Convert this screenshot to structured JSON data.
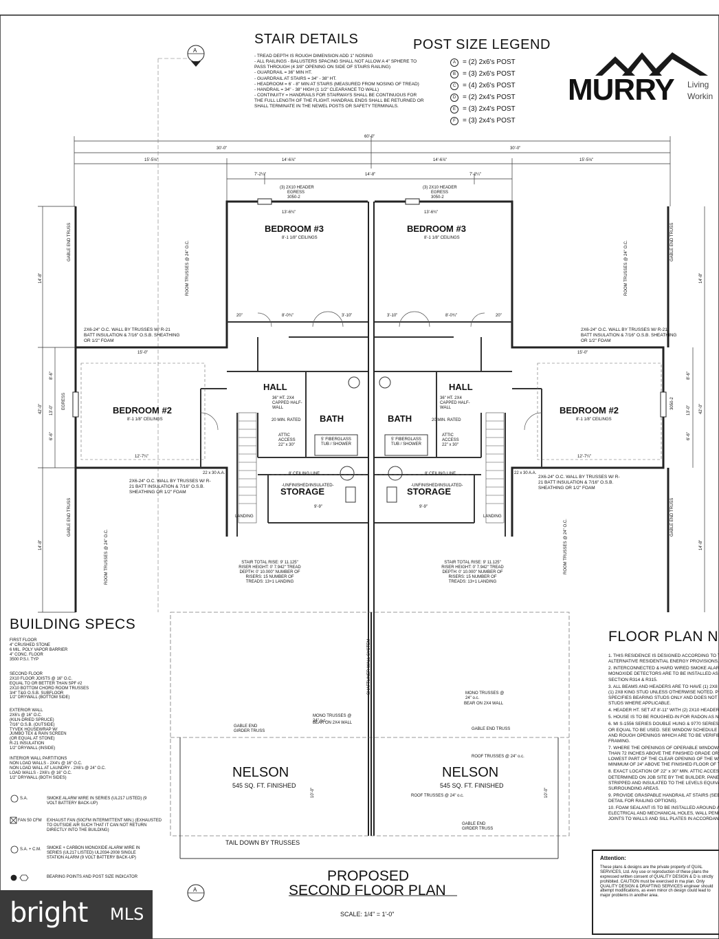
{
  "stair_details": {
    "title": "STAIR DETAILS",
    "notes": [
      "- TREAD DEPTH IS ROUGH DIMENSION ADD 1\" NOSING",
      "- ALL RAILINGS - BALUSTERS SPACING SHALL NOT ALLOW A 4\" SPHERE TO PASS THROUGH (4 3/8\" OPENING ON SIDE OF STAIRS RAILING)",
      "- GUARDRAIL = 36\" MIN HT.",
      "- GUARDRAIL AT STAIRS = 34\" - 38\" HT.",
      "- HEADROOM = 6' - 8\" MIN AT STAIRS (MEASURED FROM NOSING OF TREAD)",
      "- HANDRAIL = 34\" - 38\" HIGH (1 1/2\" CLEARANCE TO WALL)",
      "- CONTINUITY = HANDRAILS FOR STAIRWAYS SHALL BE CONTINUOUS FOR THE FULL LENGTH OF THE FLIGHT. HANDRAIL ENDS SHALL BE RETURNED OR SHALL TERMINATE IN THE NEWEL POSTS OR SAFETY TERMINALS."
    ]
  },
  "post_legend": {
    "title": "POST SIZE LEGEND",
    "items": [
      {
        "key": "A",
        "text": "= (2) 2x6's POST"
      },
      {
        "key": "B",
        "text": "= (3) 2x6's POST"
      },
      {
        "key": "C",
        "text": "= (4) 2x6's POST"
      },
      {
        "key": "D",
        "text": "= (2) 2x4's POST"
      },
      {
        "key": "E",
        "text": "= (3) 2x4's POST"
      },
      {
        "key": "F",
        "text": "= (3) 2x4's POST"
      }
    ]
  },
  "logo": {
    "name": "MURRY",
    "tag1": "Living",
    "tag2": "Workin"
  },
  "section_marker": "A",
  "dimensions": {
    "overall": "60'-0\"",
    "half_left": "30'-0\"",
    "half_right": "30'-0\"",
    "seg1": "15'-5⅛\"",
    "seg2": "14'-6⅞\"",
    "seg3": "14'-6⅞\"",
    "seg4": "15'-5⅛\"",
    "inner1": "7'-2¼\"",
    "inner2": "14'-8\"",
    "inner3": "7'-2¼\"",
    "left_top": "14'-8\"",
    "left_mid": "42'-0\"",
    "left_bottom": "14'-8\"",
    "left_a": "8'-6\"",
    "left_b": "13'-0\"",
    "left_c": "6'-6\""
  },
  "plan": {
    "bedroom3": "BEDROOM #3",
    "bedroom3_ceiling": "8'-1 1/8\" CEILINGS",
    "bedroom2": "BEDROOM #2",
    "bedroom2_ceiling": "8'-1 1/8\" CEILINGS",
    "hall": "HALL",
    "bath": "BATH",
    "storage": "STORAGE",
    "storage_note": "-UNFINISHED/INSULATED-",
    "header_top": "(3) 2X10 HEADER",
    "egress": "EGRESS",
    "window_top": "3050-2",
    "tub": "5' FIBERGLASS TUB / SHOWER",
    "attic": "ATTIC ACCESS 22\" x 30\"",
    "half_wall": "36\" HT. 2X4 CAPPED HALF-WALL",
    "rated_door": "20 MIN. RATED",
    "ceiling_line": "8' CEILING LINE",
    "wall_note": "2X6-24\" O.C. WALL BY TRUSSES W/ R-21 BATT INSULATION & 7/16\" O.S.B. SHEATHING OR 1/2\" FOAM",
    "gable_end": "GABLE END TRUSS",
    "room_trusses": "ROOM TRUSSES @ 24\" O.C.",
    "stair_info": "STAIR TOTAL RISE: 9' 11.125\" RISER HEIGHT: 0' 7.942\" TREAD DEPTH: 0' 10.000\" NUMBER OF RISERS: 15 NUMBER OF TREADS: 13+1 LANDING",
    "landing": "LANDING",
    "dim_20": "20\"",
    "dim_8_0": "8'-0¾\"",
    "dim_3_10": "3'-10\"",
    "dim_15_0": "15'-0\"",
    "dim_12_7": "12'-7¼\"",
    "dim_9_9": "9'-9\"",
    "dim_13_6": "13'-6¾\"",
    "dim_22x30": "22 x 30 A.A."
  },
  "roof": {
    "nelson": "NELSON",
    "finished": "545 SQ. FT. FINISHED",
    "tail": "TAIL DOWN BY TRUSSES",
    "mono": "MONO TRUSSES @ 24\" o.c.",
    "bear": "BEAR ON 2X4 WALL",
    "gable_girder": "GABLE END GIRDER TRUSS",
    "gable_end": "GABLE END TRUSS",
    "roof_trusses": "ROOF TRUSSES @ 24\" o.c.",
    "shaftliner": "SHAFTLINER WALL SYSTEM",
    "dim_10": "10'-0\""
  },
  "building_specs": {
    "title": "BUILDING SPECS",
    "first_floor": [
      "FIRST FLOOR",
      "4\" CRUSHED STONE",
      "6 MIL. POLY VAPOR BARRIER",
      "4\" CONC. FLOOR",
      "3500 P.S.I. TYP"
    ],
    "second_floor": [
      "SECOND FLOOR",
      "2X10 FLOOR JOISTS @ 16\" O.C.",
      "EQUAL TO OR BETTER THAN SPF #2",
      "2X10 BOTTOM CHORD ROOM TRUSSES",
      "3/4\" T&G O.S.B. SUBFLOOR",
      "1/2\" DRYWALL (BOTTOM SIDE)"
    ],
    "exterior_wall": [
      "EXTERIOR WALL",
      "2X6's @ 16\" O.C.",
      "(KILN-DRIED SPRUCE)",
      "7/16\" O.S.B. (OUTSIDE)",
      "TYVEK HOUSEWRAP W/",
      "JUMBO TEX & RAIN SCREEN",
      "(OR EQUAL AT STONE)",
      "R-21 INSULATION",
      "1/2\" DRYWALL (INSIDE)"
    ],
    "interior_wall": [
      "INTERIOR WALL PARTITIONS",
      "NON LOAD WALLS - 2X4's @ 16\" O.C.",
      "NON LOAD WALL AT LAUNDRY - 2X6's @ 24\" O.C.",
      "LOAD WALLS - 2X6's @ 16\" O.C.",
      "1/2\" DRYWALL (BOTH SIDES)"
    ],
    "symbols": [
      {
        "label": "S.A.",
        "text": "SMOKE ALARM WIRE IN SERIES (UL217 LISTED) (9 VOLT BATTERY BACK-UP)"
      },
      {
        "label": "FAN 50 CFM",
        "text": "EXHAUST FAN (50CFM INTERMITTENT MIN.) (EXHAUSTED TO OUTSIDE AIR SUCH THAT IT CAN NOT RETURN DIRECTLY INTO THE BUILDING)"
      },
      {
        "label": "S.A. + C.M.",
        "text": "SMOKE + CARBON MONOXIDE ALARM WIRE IN SERIES (UL217 LISTED) UL2034-2008 SINGLE STATION ALARM (9 VOLT BATTERY BACK-UP)"
      },
      {
        "label": "",
        "text": "BEARING POINTS AND POST SIZE INDICATOR"
      }
    ]
  },
  "floor_plan_notes": {
    "title": "FLOOR PLAN N",
    "items": [
      "1. THIS RESIDENCE IS DESIGNED ACCORDING TO T ALTERNATIVE RESIDENTIAL ENERGY PROVISIONS.",
      "2. INTERCONNECTED & HARD WIRED SMOKE ALAR MONOXIDE DETECTORS ARE TO BE INSTALLED AS I SECTION R314 & R315.",
      "3. ALL BEAMS AND HEADERS ARE TO HAVE (1) 2X8 J (1) 2X8 KING STUD UNLESS OTHERWISE NOTED. P SPECIFIES BEARING STUDS ONLY AND DOES NOT I STUDS WHERE APPLICABLE.",
      "4. HEADER HT. SET AT 8'-11\" WITH (2) 2X10 HEADER",
      "5. HOUSE IS TO BE ROUGHED-IN FOR RADON AS NE",
      "6. MI S-1556 SERIES DOUBLE HUNG & 9770 SERIES OR EQUAL TO BE USED. SEE WINDOW SCHEDULE F AND ROUGH OPENINGS WHICH ARE TO BE VERIFIE FRAMING.",
      "7. WHERE THE OPENINGS OF OPERABLE WINDOWS THAN 72 INCHES ABOVE THE FINISHED GRADE OR LOWEST PART OF THE CLEAR OPENING OF THE W MINIMUM OF 24\" ABOVE THE FINISHED FLOOR OF T",
      "8. EXACT LOCATION OF 22\" x 30\" MIN. ATTIC ACCES DETERMINED ON JOB SITE BY THE BUILDER. PANEL STRIPPED AND INSULATED TO THE LEVELS EQUIVA SURROUNDING AREAS.",
      "9. PROVIDE GRASPABLE HANDRAIL AT STAIRS (SEE DETAIL FOR RAILING OPTIONS).",
      "10. FOAM SEALANT IS TO BE INSTALLED AROUND A ELECTRICAL AND MECHANICAL HOLES, WALL PENE JOINTS TO WALLS AND SILL PLATES IN ACCORDANC"
    ]
  },
  "attention": {
    "title": "Attention:",
    "text": "These plans & designs are the private property of QUAL SERVICES, Ltd. Any use or reproduction of these plans the expressed written consent of QUALITY DESIGN & D is strictly prohibited. CAUTION must be exercised in ma plan. Only QUALITY DESIGN & DRAFTING SERVICES engineer should attempt modifications, as even minor ch design could lead to major problems in another area."
  },
  "title_block": {
    "line1": "PROPOSED",
    "line2": "SECOND FLOOR PLAN",
    "scale": "SCALE: 1/4\" = 1'-0\""
  },
  "watermark": {
    "brand": "bright",
    "suffix": "MLS"
  }
}
